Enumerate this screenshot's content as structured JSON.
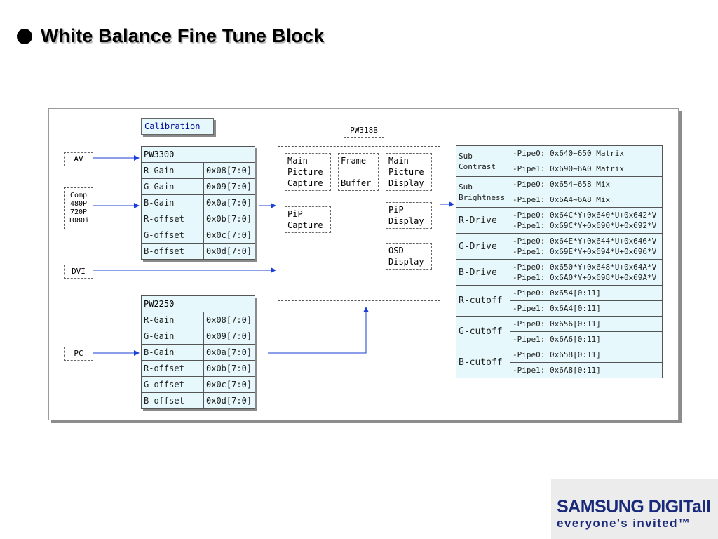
{
  "title": "White Balance Fine Tune Block",
  "calibration_label": "Calibration",
  "chip_label": "PW318B",
  "inputs": {
    "av": "AV",
    "comp": [
      "Comp",
      "480P",
      "720P",
      "1080i"
    ],
    "dvi": "DVI",
    "pc": "PC"
  },
  "pw3300": {
    "header": "PW3300",
    "rows": [
      {
        "name": "R-Gain",
        "addr": "0x08[7:0]"
      },
      {
        "name": "G-Gain",
        "addr": "0x09[7:0]"
      },
      {
        "name": "B-Gain",
        "addr": "0x0a[7:0]"
      },
      {
        "name": "R-offset",
        "addr": "0x0b[7:0]"
      },
      {
        "name": "G-offset",
        "addr": "0x0c[7:0]"
      },
      {
        "name": "B-offset",
        "addr": "0x0d[7:0]"
      }
    ]
  },
  "pw2250": {
    "header": "PW2250",
    "rows": [
      {
        "name": "R-Gain",
        "addr": "0x08[7:0]"
      },
      {
        "name": "G-Gain",
        "addr": "0x09[7:0]"
      },
      {
        "name": "B-Gain",
        "addr": "0x0a[7:0]"
      },
      {
        "name": "R-offset",
        "addr": "0x0b[7:0]"
      },
      {
        "name": "G-offset",
        "addr": "0x0c[7:0]"
      },
      {
        "name": "B-offset",
        "addr": "0x0d[7:0]"
      }
    ]
  },
  "blocks": {
    "main_capture": "Main\nPicture\nCapture",
    "frame_buffer": "Frame\n\nBuffer",
    "main_display": "Main\nPicture\nDisplay",
    "pip_capture": "PiP\nCapture",
    "pip_display": "PiP\nDisplay",
    "osd_display": "OSD\nDisplay"
  },
  "registers": [
    {
      "name": "Sub\nContrast",
      "small": true,
      "pipe0": "-Pipe0: 0x640~650 Matrix",
      "pipe1": "-Pipe1: 0x690~6A0 Matrix"
    },
    {
      "name": "Sub\nBrightness",
      "small": true,
      "pipe0": "-Pipe0: 0x654~658 Mix",
      "pipe1": "-Pipe1: 0x6A4~6A8 Mix"
    },
    {
      "name": "R-Drive",
      "small": false,
      "pipe0": "-Pipe0: 0x64C*Y+0x640*U+0x642*V",
      "pipe1": "-Pipe1: 0x69C*Y+0x690*U+0x692*V"
    },
    {
      "name": "G-Drive",
      "small": false,
      "pipe0": "-Pipe0: 0x64E*Y+0x644*U+0x646*V",
      "pipe1": "-Pipe1: 0x69E*Y+0x694*U+0x696*V"
    },
    {
      "name": "B-Drive",
      "small": false,
      "pipe0": "-Pipe0: 0x650*Y+0x648*U+0x64A*V",
      "pipe1": "-Pipe1: 0x6A0*Y+0x698*U+0x69A*V"
    },
    {
      "name": "R-cutoff",
      "small": false,
      "pipe0": "-Pipe0: 0x654[0:11]",
      "pipe1": "-Pipe1: 0x6A4[0:11]"
    },
    {
      "name": "G-cutoff",
      "small": false,
      "pipe0": "-Pipe0: 0x656[0:11]",
      "pipe1": "-Pipe1: 0x6A6[0:11]"
    },
    {
      "name": "B-cutoff",
      "small": false,
      "pipe0": "-Pipe0: 0x658[0:11]",
      "pipe1": "-Pipe1: 0x6A8[0:11]"
    }
  ],
  "logo": {
    "brand": "SAMSUNG DIGITall",
    "tagline": "everyone's invited™"
  },
  "colors": {
    "table_fill": "#e6f8fb",
    "arrow": "#1a3ed6",
    "label_blue": "#000b9a",
    "logo_blue": "#1a2a7a"
  }
}
